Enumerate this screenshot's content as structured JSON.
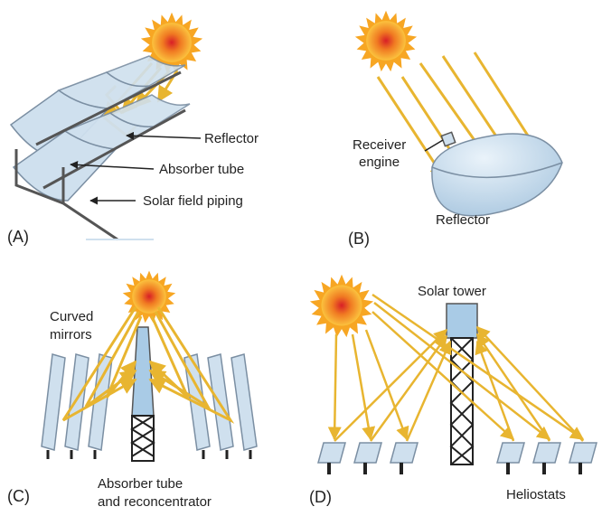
{
  "colors": {
    "ray": "#e8b530",
    "mirror_fill": "#cfe0ee",
    "mirror_stroke": "#7b8fa3",
    "structure": "#555555",
    "tower_fill": "#a9cbe6",
    "sun_core": "#e8312a",
    "sun_mid": "#f58a22",
    "sun_outer": "#fbc23e"
  },
  "icons": {
    "sun": "sun-icon"
  },
  "panels": {
    "a": {
      "letter": "(A)",
      "labels": {
        "reflector": "Reflector",
        "absorber": "Absorber tube",
        "piping": "Solar field piping"
      }
    },
    "b": {
      "letter": "(B)",
      "labels": {
        "receiver_line1": "Receiver",
        "receiver_line2": "engine",
        "reflector": "Reflector"
      }
    },
    "c": {
      "letter": "(C)",
      "labels": {
        "curved_line1": "Curved",
        "curved_line2": "mirrors",
        "absorber_line1": "Absorber tube",
        "absorber_line2": "and reconcentrator"
      }
    },
    "d": {
      "letter": "(D)",
      "labels": {
        "tower": "Solar tower",
        "heliostats": "Heliostats"
      }
    }
  }
}
